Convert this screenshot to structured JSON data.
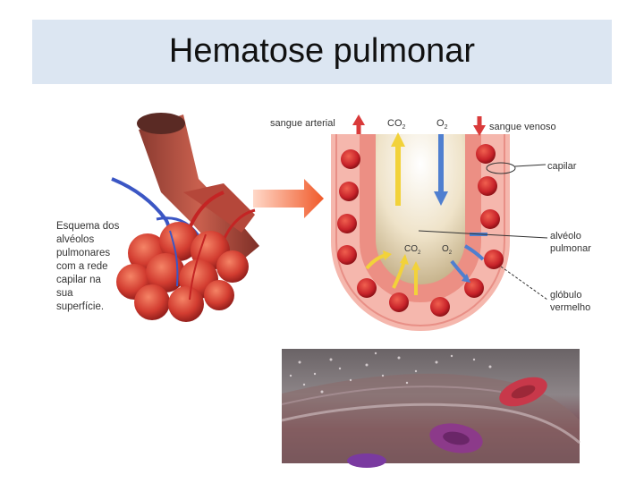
{
  "slide": {
    "title": "Hematose pulmonar"
  },
  "diagram": {
    "left_caption": [
      "Esquema dos",
      "alvéolos",
      "pulmonares",
      "com a rede",
      "capilar na",
      "sua",
      "superfície."
    ],
    "top_labels": {
      "arterial": "sangue arterial",
      "co2": "CO",
      "co2_sub": "2",
      "o2": "O",
      "o2_sub": "2",
      "venous": "sangue venoso"
    },
    "right_labels": {
      "capilar": "capilar",
      "alveolo": [
        "alvéolo",
        "pulmonar"
      ],
      "globulo": [
        "glóbulo",
        "vermelho"
      ]
    },
    "inner_labels": {
      "co2": "CO",
      "co2_sub": "2",
      "o2": "O",
      "o2_sub": "2"
    }
  },
  "colors": {
    "title_bar": "#dce6f2",
    "artery": "#b5473a",
    "vein": "#3b56c4",
    "red_cell": "#c8232a",
    "capillary_wall": "#f2a9a0",
    "arrow_yellow": "#f2d23a",
    "arrow_blue": "#4f7fd0",
    "arrow_red": "#d93a3a"
  }
}
